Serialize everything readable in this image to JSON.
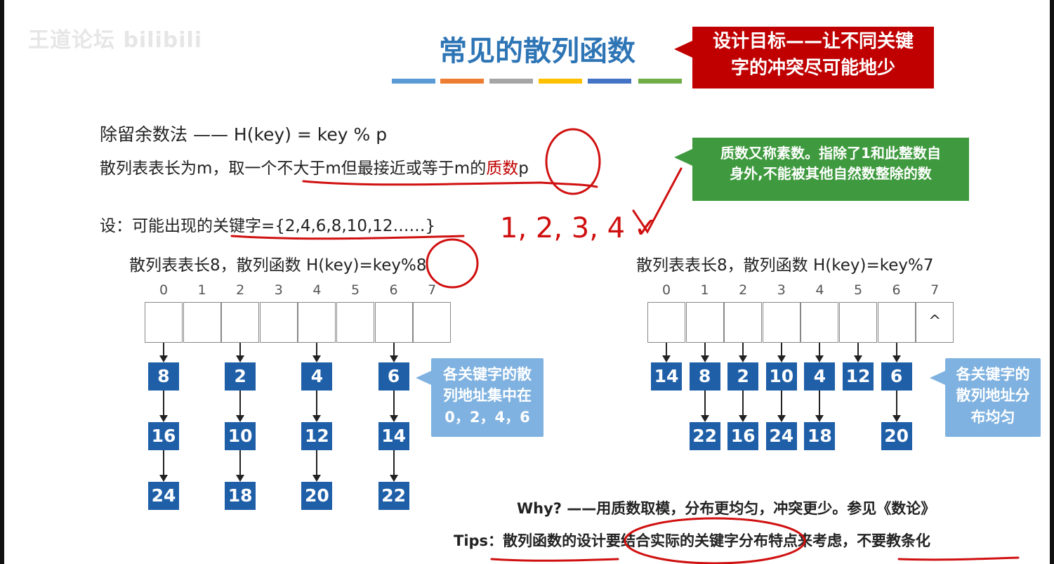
{
  "watermark": "王道论坛 bilibili",
  "title": "常见的散列函数",
  "title_bar_colors": [
    "#5b9bd5",
    "#ed7d31",
    "#a5a5a5",
    "#ffc000",
    "#4472c4",
    "#70ad47"
  ],
  "callout_goal": {
    "line1": "设计目标——让不同关键",
    "line2": "字的冲突尽可能地少"
  },
  "method": "除留余数法 —— H(key) = key % p",
  "desc": {
    "prefix": "散列表表长为m，取一个",
    "underlined": "不大于m但最接近或等于m的",
    "highlight": "质数",
    "suffix": "p"
  },
  "prime_callout": {
    "line1": "质数又称素数。指除了1和此整数自",
    "line2": "身外,不能被其他自然数整除的数"
  },
  "keys_line": {
    "prefix": "设：可能出现的",
    "underlined": "关键字",
    "suffix": "={2,4,6,8,10,12……}"
  },
  "handwriting": "1, 2, 3, 4 ✓",
  "left_table": {
    "title": "散列表表长8，散列函数 H(key)=key%8",
    "indices": [
      "0",
      "1",
      "2",
      "3",
      "4",
      "5",
      "6",
      "7"
    ],
    "chains": [
      {
        "slot": 0,
        "keys": [
          "8",
          "16",
          "24"
        ]
      },
      {
        "slot": 2,
        "keys": [
          "2",
          "10",
          "18"
        ]
      },
      {
        "slot": 4,
        "keys": [
          "4",
          "12",
          "20"
        ]
      },
      {
        "slot": 6,
        "keys": [
          "6",
          "14",
          "22"
        ]
      }
    ],
    "note": {
      "line1": "各关键字的散",
      "line2": "列地址集中在",
      "line3": "0，2，4，6"
    }
  },
  "right_table": {
    "title": "散列表表长8，散列函数 H(key)=key%7",
    "indices": [
      "0",
      "1",
      "2",
      "3",
      "4",
      "5",
      "6",
      "7"
    ],
    "null_symbol": "^",
    "chains": [
      {
        "slot": 0,
        "keys": [
          "14"
        ]
      },
      {
        "slot": 1,
        "keys": [
          "8",
          "22"
        ]
      },
      {
        "slot": 2,
        "keys": [
          "2",
          "16"
        ]
      },
      {
        "slot": 3,
        "keys": [
          "10",
          "24"
        ]
      },
      {
        "slot": 4,
        "keys": [
          "4",
          "18"
        ]
      },
      {
        "slot": 5,
        "keys": [
          "12"
        ]
      },
      {
        "slot": 6,
        "keys": [
          "6",
          "20"
        ]
      }
    ],
    "note": {
      "line1": "各关键字的",
      "line2": "散列地址分",
      "line3": "布均匀"
    }
  },
  "why": "Why? ——用质数取模，分布更均匀，冲突更少。参见《数论》",
  "tips": {
    "label": "Tips：",
    "part1": "散列函数",
    "part2": "的设计要",
    "part3": "结合实际的关键字分布",
    "part4": "特点来考虑，",
    "part5": "不要教条化"
  },
  "colors": {
    "title_blue": "#2e75b6",
    "accent_red": "#c00000",
    "green": "#3f9a3f",
    "node_blue": "#1f5fa8",
    "note_blue": "#7fb2e0"
  }
}
